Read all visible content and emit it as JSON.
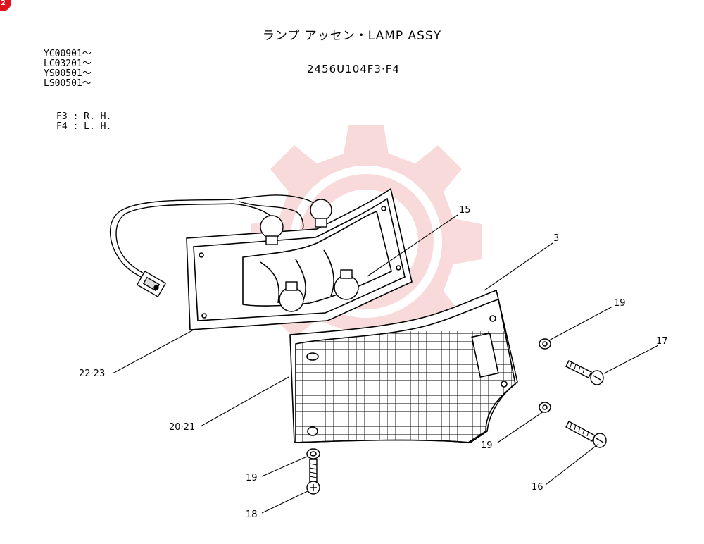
{
  "page": {
    "badge": "2",
    "title": "ランプ アッセン・LAMP ASSY",
    "part_number": "2456U104F3·F4",
    "serials": [
      "YC00901〜",
      "LC03201〜",
      "YS00501〜",
      "LS00501〜"
    ],
    "sides": [
      "F3 : R. H.",
      "F4 : L. H."
    ]
  },
  "callouts": {
    "c15": "15",
    "c3": "3",
    "c19a": "19",
    "c17": "17",
    "c22_23": "22·23",
    "c20_21": "20·21",
    "c19b": "19",
    "c19c": "19",
    "c16": "16",
    "c18": "18"
  },
  "colors": {
    "ink": "#000000",
    "watermark": "#f5b7b7"
  }
}
